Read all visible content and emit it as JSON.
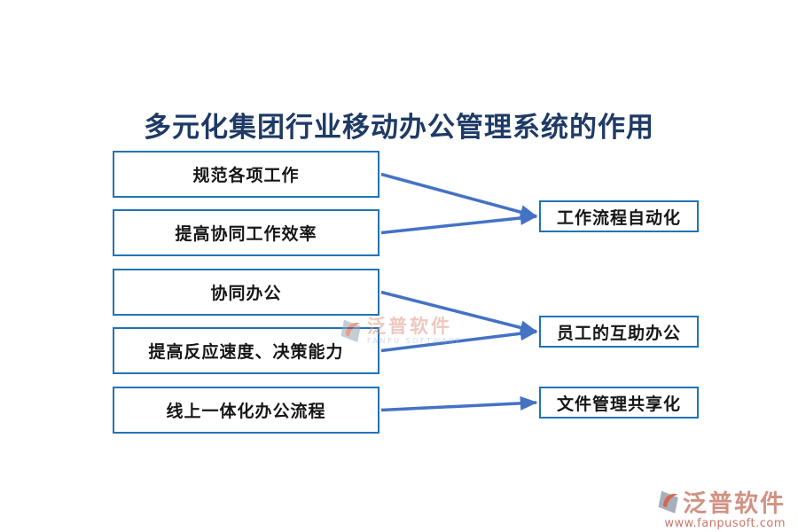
{
  "title": "多元化集团行业移动办公管理系统的作用",
  "left_boxes": [
    {
      "label": "规范各项工作"
    },
    {
      "label": "提高协同工作效率"
    },
    {
      "label": "协同办公"
    },
    {
      "label": "提高反应速度、决策能力"
    },
    {
      "label": "线上一体化办公流程"
    }
  ],
  "right_boxes": [
    {
      "label": "工作流程自动化"
    },
    {
      "label": "员工的互助办公"
    },
    {
      "label": "文件管理共享化"
    }
  ],
  "connections": [
    {
      "from": 0,
      "to": 0
    },
    {
      "from": 1,
      "to": 0
    },
    {
      "from": 2,
      "to": 1
    },
    {
      "from": 3,
      "to": 1
    },
    {
      "from": 4,
      "to": 2
    }
  ],
  "watermark": {
    "logo_icon": "fanpu-logo-icon",
    "brand": "泛普软件",
    "brand_en": "FANPU SOFTWARE",
    "url": "www.fanpusoft.com"
  },
  "colors": {
    "title": "#1E3A66",
    "box_border": "#2273B5",
    "arrow": "#4472C4",
    "watermark_red": "#C9806F"
  }
}
